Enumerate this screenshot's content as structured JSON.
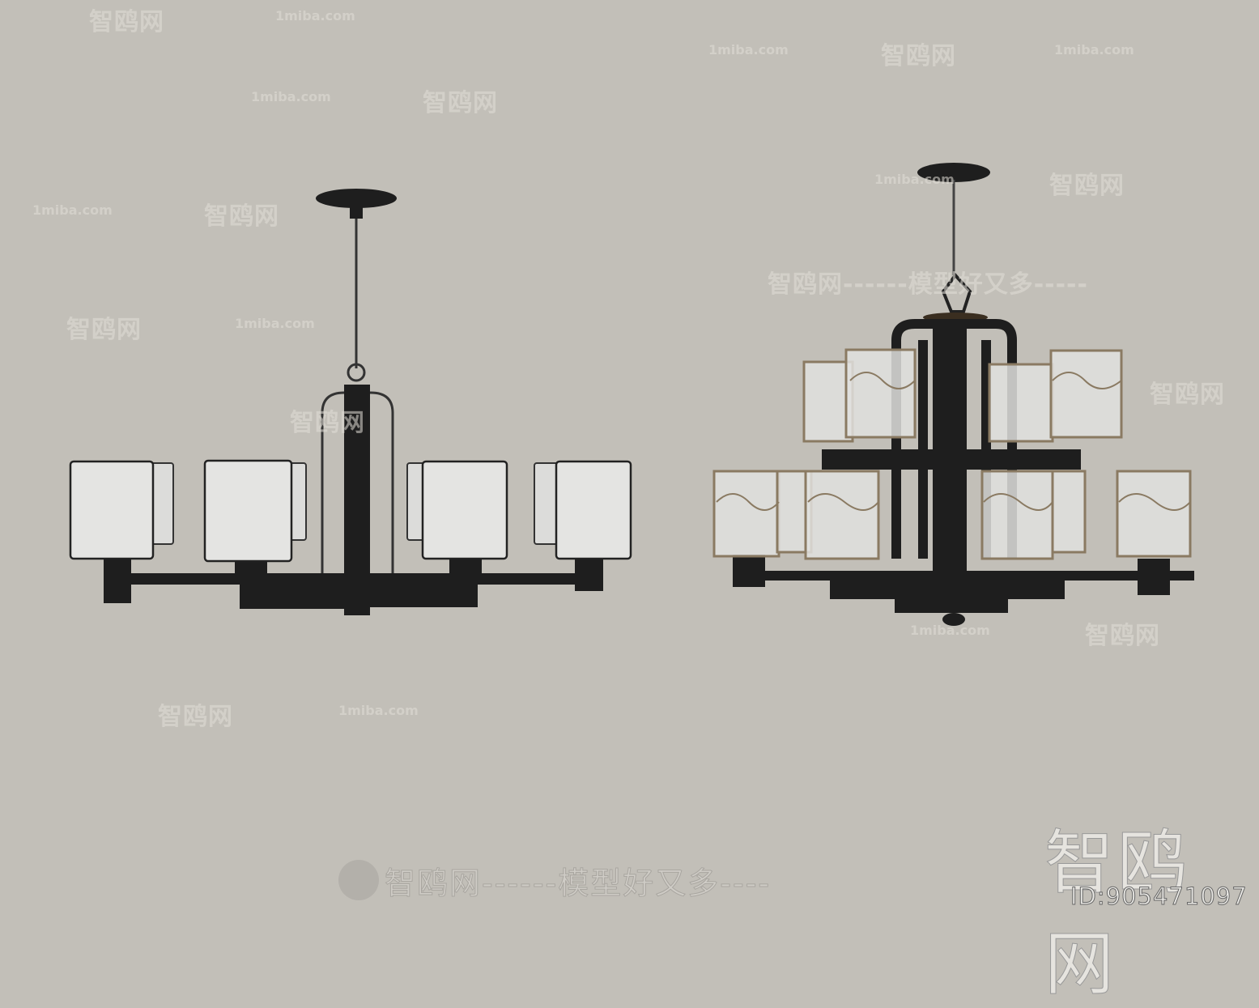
{
  "watermarks": {
    "site": "1miba.com",
    "brand": "智鸥网",
    "dashes": "------",
    "brand_line": "智鸥网------模型好又多-----",
    "slogan": "智鸥网------模型好又多----",
    "big_brand": "智鸥网",
    "id": "ID:905471097"
  },
  "colors": {
    "background": "#c2bfb8",
    "metal": "#1e1e1e",
    "shade": "#e4e4e2",
    "lantern_frame": "#8a7a62"
  }
}
